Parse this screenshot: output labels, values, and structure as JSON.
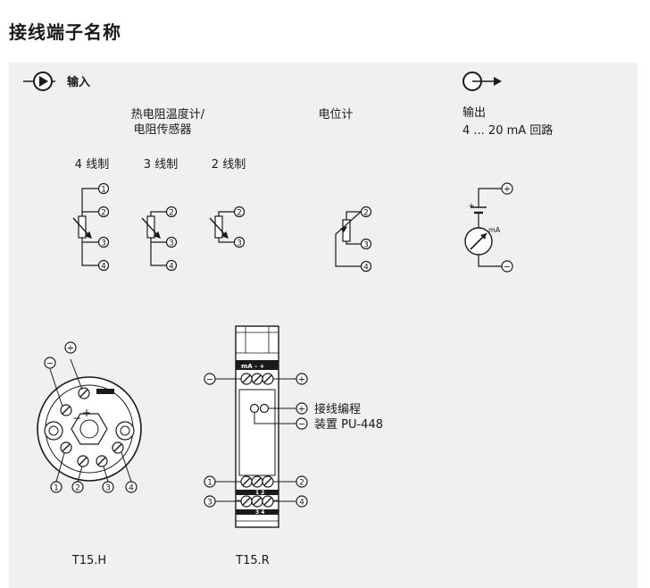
{
  "title": "接线端子名称",
  "input": {
    "label": "输入",
    "rtd_line1": "热电阻温度计/",
    "rtd_line2": "电阻传感器",
    "potentiometer": "电位计",
    "wire4": "4 线制",
    "wire3": "3 线制",
    "wire2": "2 线制"
  },
  "output": {
    "label": "输出",
    "range": "4 ... 20 mA 回路",
    "meter_unit": "mA"
  },
  "terminals": {
    "t1": "1",
    "t2": "2",
    "t3": "3",
    "t4": "4",
    "plus": "+",
    "minus": "−"
  },
  "programming": {
    "line1": "接线编程",
    "line2": "装置 PU-448"
  },
  "devices": {
    "head": "T15.H",
    "rail": "T15.R",
    "rail_top_label": "mA  -   +",
    "rail_mid_label": "1    2",
    "rail_bot_label": "3    4"
  }
}
